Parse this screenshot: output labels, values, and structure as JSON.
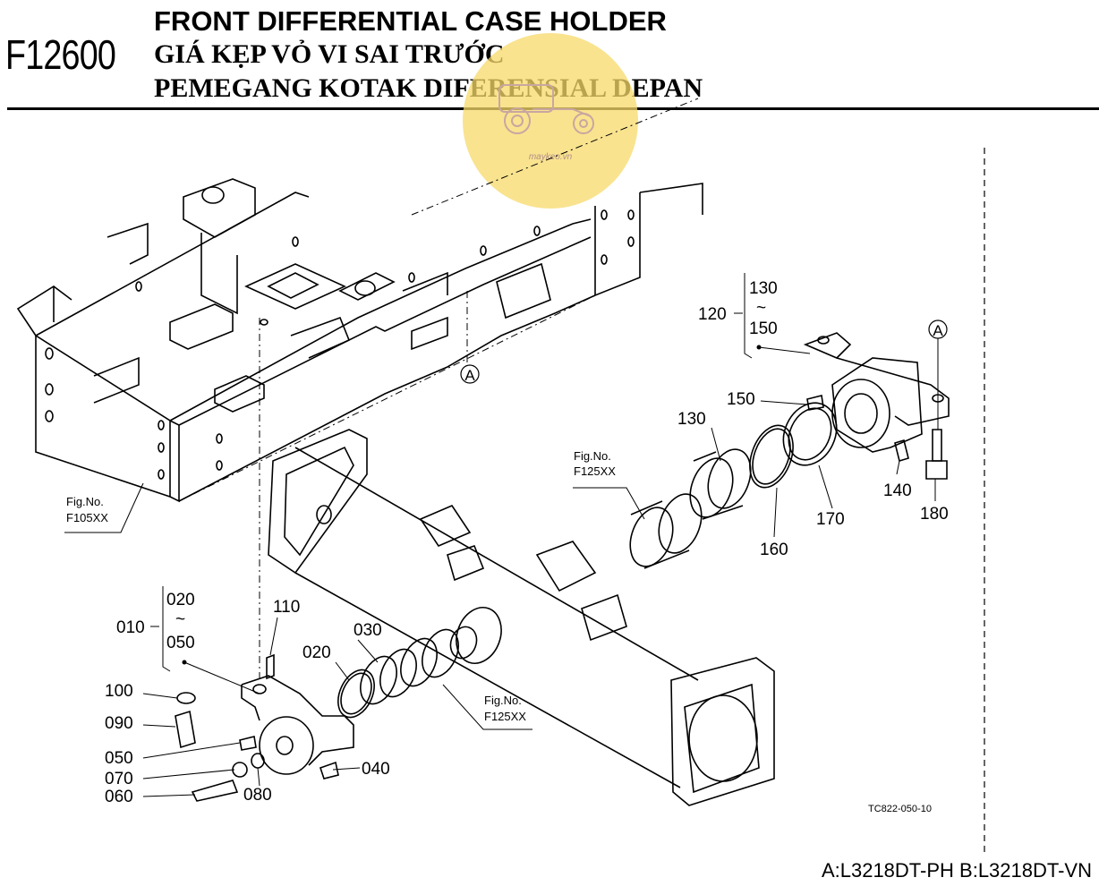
{
  "header": {
    "code": "F12600",
    "title_en": "FRONT DIFFERENTIAL CASE HOLDER",
    "title_vi": "GIÁ KẸP VỎ VI SAI TRƯỚC",
    "title_id": "PEMEGANG KOTAK DIFERENSIAL DEPAN"
  },
  "watermark": {
    "text": "maykeo.vn",
    "color": "#f7d96a"
  },
  "labels": {
    "group_120": "120",
    "group_120_from": "130",
    "group_120_tilde": "~",
    "group_120_to": "150",
    "ref_a_top": "A",
    "ref_a_right": "A",
    "p150": "150",
    "p130": "130",
    "p140": "140",
    "p170": "170",
    "p180": "180",
    "p160": "160",
    "fig_right_1": "Fig.No.",
    "fig_right_2": "F125XX",
    "fig_left_1": "Fig.No.",
    "fig_left_2": "F105XX",
    "group_010": "010",
    "group_010_from": "020",
    "group_010_tilde": "~",
    "group_010_to": "050",
    "p110": "110",
    "p030": "030",
    "p020": "020",
    "p100": "100",
    "p090": "090",
    "p050": "050",
    "p070": "070",
    "p060": "060",
    "p080": "080",
    "p040": "040",
    "fig_mid_1": "Fig.No.",
    "fig_mid_2": "F125XX",
    "drawing_code": "TC822-050-10"
  },
  "footer": {
    "models": "A:L3218DT-PH B:L3218DT-VN"
  }
}
